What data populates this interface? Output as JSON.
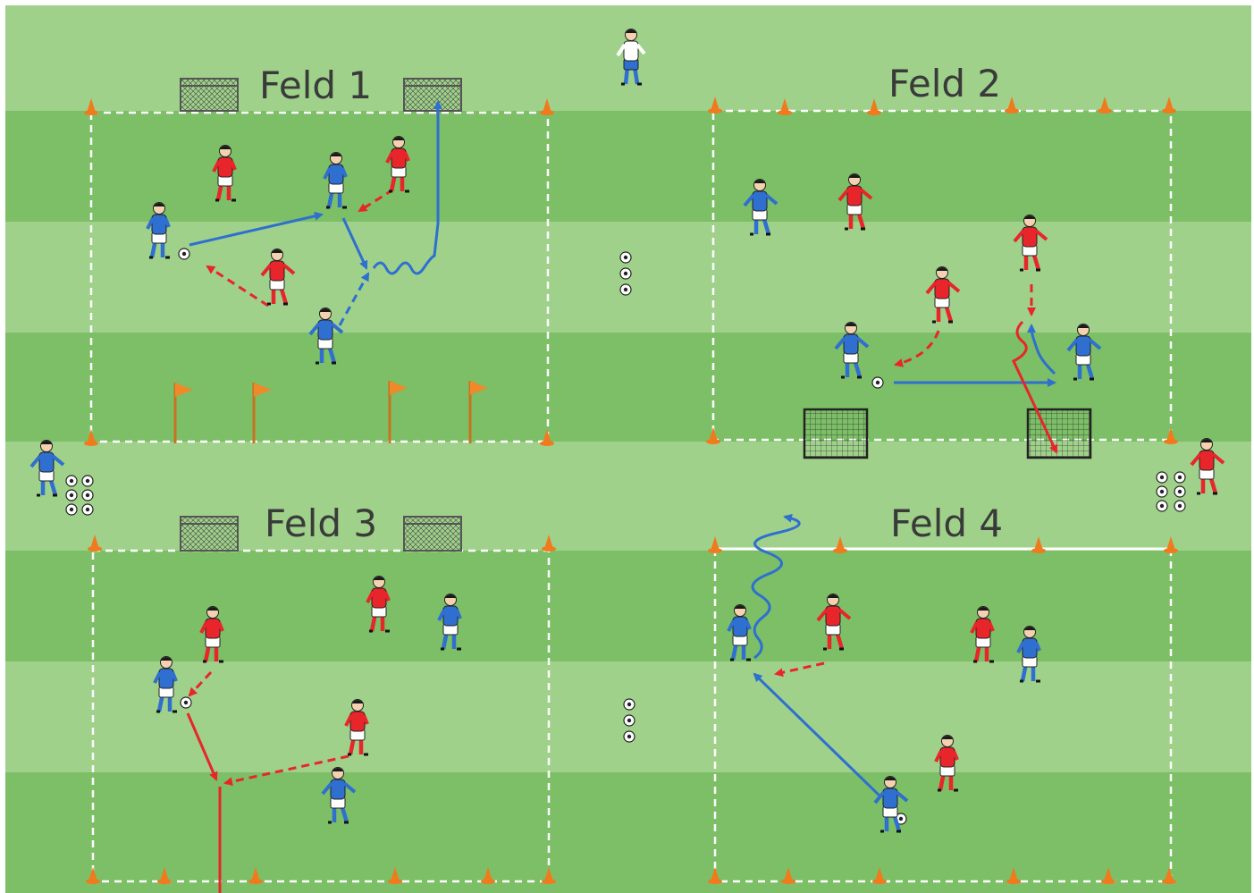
{
  "fields": [
    {
      "id": "feld-1",
      "label": "Feld 1"
    },
    {
      "id": "feld-2",
      "label": "Feld 2"
    },
    {
      "id": "feld-3",
      "label": "Feld 3"
    },
    {
      "id": "feld-4",
      "label": "Feld 4"
    }
  ],
  "colors": {
    "grass_light": "#9fd18a",
    "grass_dark": "#7cbf66",
    "team_blue": "#2f6fd0",
    "team_red": "#e8252b",
    "cone": "#f07a1d",
    "flag": "#ee8a2c",
    "label": "#3a3a3a"
  },
  "legend": {
    "pass": "solid arrow",
    "run": "dashed arrow",
    "dribble": "wavy arrow"
  }
}
